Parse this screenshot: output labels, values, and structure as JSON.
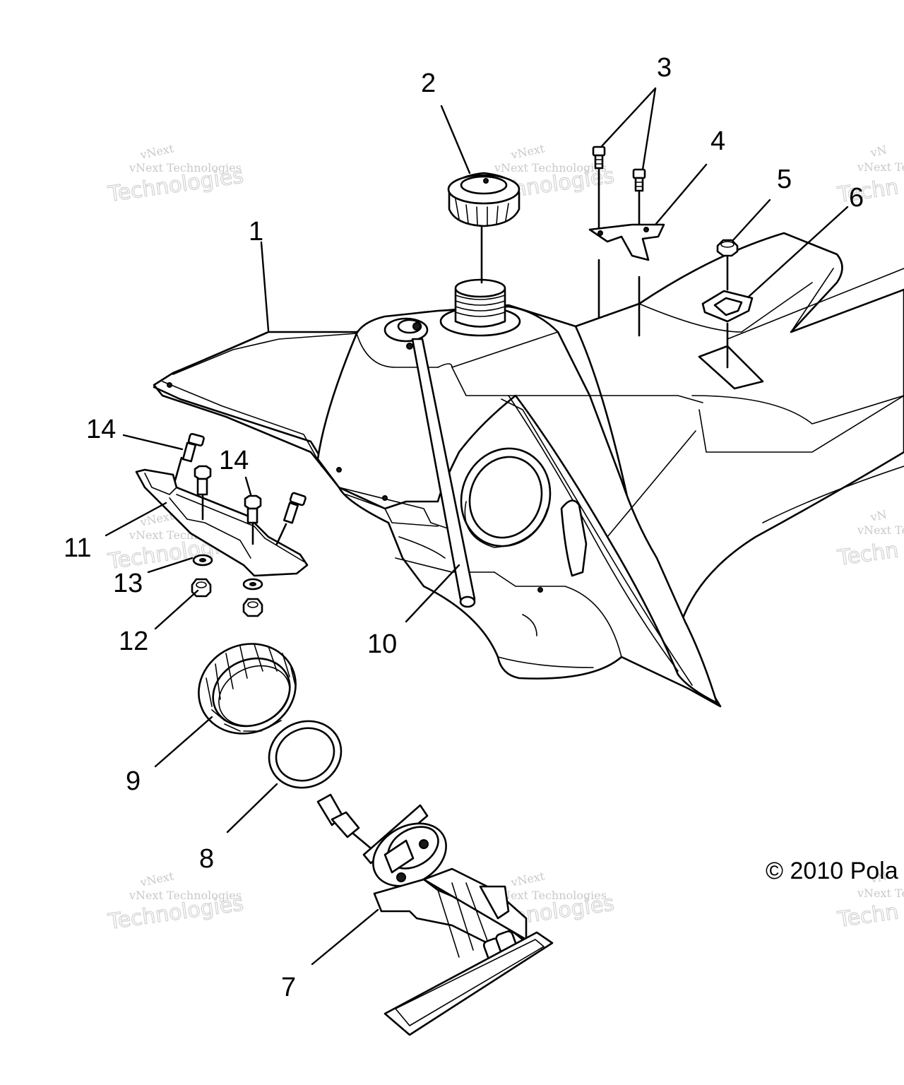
{
  "callouts": [
    {
      "id": "1",
      "label": "1"
    },
    {
      "id": "2",
      "label": "2"
    },
    {
      "id": "3",
      "label": "3"
    },
    {
      "id": "4",
      "label": "4"
    },
    {
      "id": "5",
      "label": "5"
    },
    {
      "id": "6",
      "label": "6"
    },
    {
      "id": "7",
      "label": "7"
    },
    {
      "id": "8",
      "label": "8"
    },
    {
      "id": "9",
      "label": "9"
    },
    {
      "id": "10",
      "label": "10"
    },
    {
      "id": "11",
      "label": "11"
    },
    {
      "id": "12",
      "label": "12"
    },
    {
      "id": "13",
      "label": "13"
    },
    {
      "id": "14a",
      "label": "14"
    },
    {
      "id": "14b",
      "label": "14"
    }
  ],
  "copyright": "© 2010 Pola",
  "watermark": {
    "line1": "vNext Technologies",
    "line2": "Technologies",
    "line3": "vNext",
    "partial1": "vNext Te",
    "partial2": "Techn",
    "partial3": "vN"
  }
}
